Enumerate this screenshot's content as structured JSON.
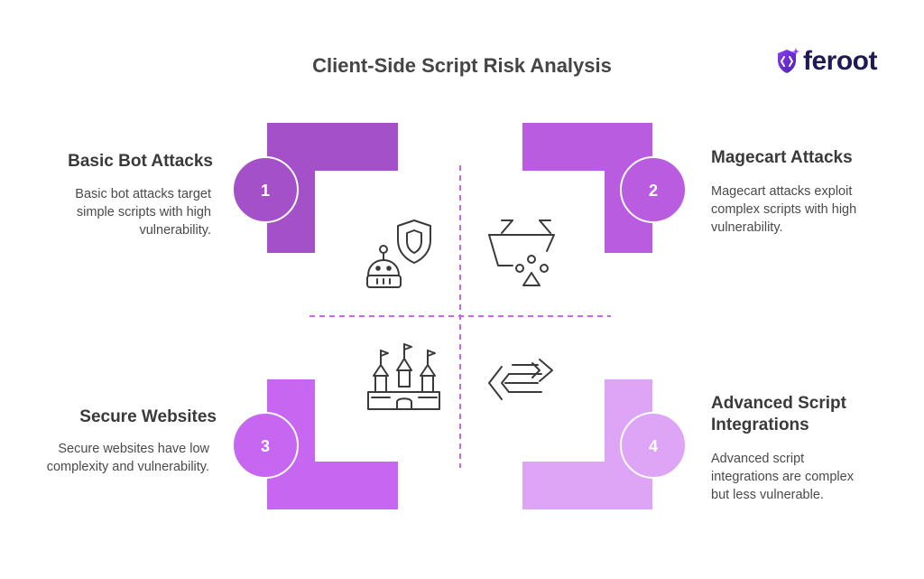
{
  "title": "Client-Side Script Risk Analysis",
  "logo": {
    "text": "feroot"
  },
  "colors": {
    "q1": "#a450c8",
    "q2": "#b95ce0",
    "q3": "#c766f1",
    "q4": "#dea4f6",
    "axis": "#c766f1",
    "icon": "#3a3a3a"
  },
  "quadrants": [
    {
      "number": "1",
      "title": "Basic Bot Attacks",
      "description": "Basic bot attacks target simple scripts with high vulnerability.",
      "icon": "robot-shield-icon"
    },
    {
      "number": "2",
      "title": "Magecart Attacks",
      "description": "Magecart attacks exploit complex scripts with high vulnerability.",
      "icon": "shopping-basket-icon"
    },
    {
      "number": "3",
      "title": "Secure Websites",
      "description": "Secure websites have low complexity and vulnerability.",
      "icon": "castle-icon"
    },
    {
      "number": "4",
      "title": "Advanced Script Integrations",
      "description": "Advanced script integrations are complex but less vulnerable.",
      "icon": "code-arrows-icon"
    }
  ]
}
